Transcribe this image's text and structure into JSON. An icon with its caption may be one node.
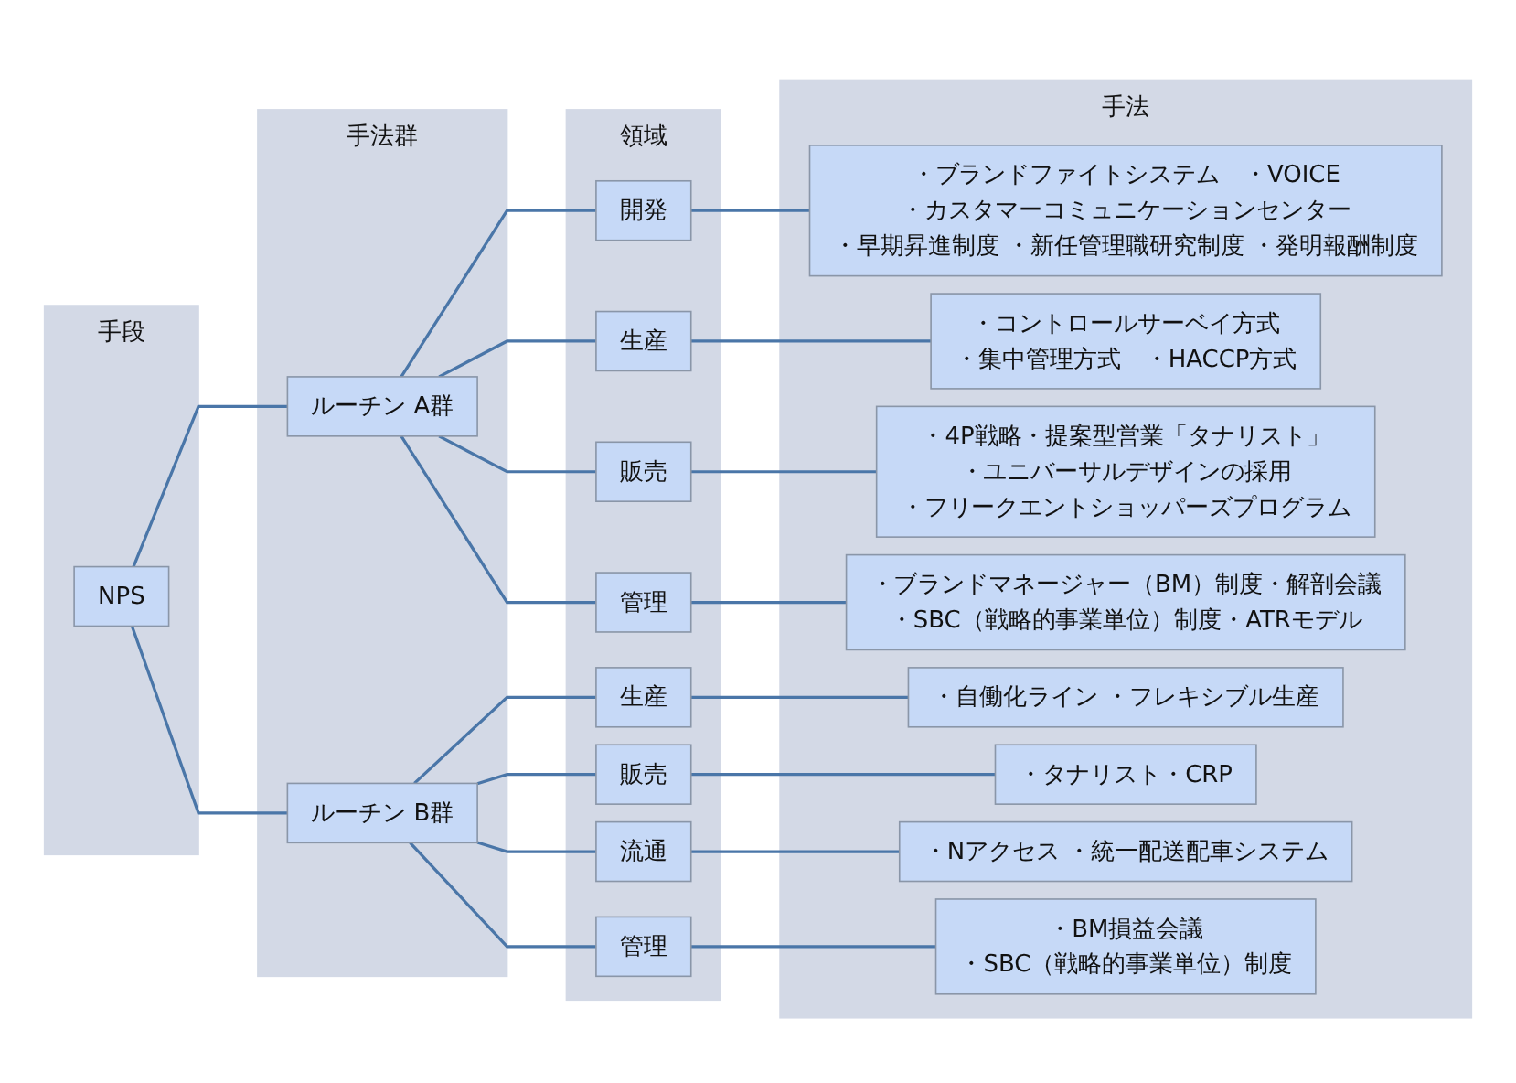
{
  "diagram": {
    "nodes": [
      {
        "text": [
          "手段"
        ]
      },
      {
        "text": [
          "NPS"
        ],
        "in": 0
      },
      {
        "text": [
          "手法群"
        ]
      },
      {
        "text": [
          "ルーチン A群"
        ],
        "in": 2
      },
      {
        "text": [
          "ルーチン B群"
        ],
        "in": 2
      },
      {
        "text": [
          "領域"
        ]
      },
      {
        "text": [
          "開発"
        ],
        "in": 5
      },
      {
        "text": [
          "生産"
        ],
        "in": 5
      },
      {
        "text": [
          "販売"
        ],
        "in": 5
      },
      {
        "text": [
          "管理"
        ],
        "in": 5
      },
      {
        "text": [
          "生産"
        ],
        "in": 5
      },
      {
        "text": [
          "販売"
        ],
        "in": 5
      },
      {
        "text": [
          "流通"
        ],
        "in": 5
      },
      {
        "text": [
          "管理"
        ],
        "in": 5
      },
      {
        "text": [
          "手法"
        ]
      },
      {
        "text": [
          "・ブランドファイトシステム　・VOICE",
          "・カスタマーコミュニケーションセンター",
          "・早期昇進制度 ・新任管理職研究制度 ・発明報酬制度"
        ],
        "in": 14
      },
      {
        "text": [
          "・コントロールサーベイ方式",
          "・集中管理方式　・HACCP方式"
        ],
        "in": 14
      },
      {
        "text": [
          "・4P戦略・提案型営業「タナリスト」",
          "・ユニバーサルデザインの採用",
          "・フリークエントショッパーズプログラム"
        ],
        "in": 14
      },
      {
        "text": [
          "・ブランドマネージャー（BM）制度・解剖会議",
          "・SBC（戦略的事業単位）制度・ATRモデル"
        ],
        "in": 14
      },
      {
        "text": [
          "・自働化ライン ・フレキシブル生産"
        ],
        "in": 14
      },
      {
        "text": [
          "・タナリスト・CRP"
        ],
        "in": 14
      },
      {
        "text": [
          "・Nアクセス ・統一配送配車システム"
        ],
        "in": 14
      },
      {
        "text": [
          "・BM損益会議",
          "・SBC（戦略的事業単位）制度"
        ],
        "in": 14
      }
    ],
    "edges": [
      {
        "from": 1,
        "to": 3,
        "arrow": "none"
      },
      {
        "from": 1,
        "to": 4,
        "arrow": "none"
      },
      {
        "from": 3,
        "to": 6,
        "arrow": "none"
      },
      {
        "from": 3,
        "to": 7,
        "arrow": "none"
      },
      {
        "from": 3,
        "to": 8,
        "arrow": "none"
      },
      {
        "from": 3,
        "to": 9,
        "arrow": "none"
      },
      {
        "from": 4,
        "to": 10,
        "arrow": "none"
      },
      {
        "from": 4,
        "to": 11,
        "arrow": "none"
      },
      {
        "from": 4,
        "to": 12,
        "arrow": "none"
      },
      {
        "from": 4,
        "to": 13,
        "arrow": "none"
      },
      {
        "from": 6,
        "to": 15,
        "arrow": "none"
      },
      {
        "from": 7,
        "to": 16,
        "arrow": "none"
      },
      {
        "from": 8,
        "to": 17,
        "arrow": "none"
      },
      {
        "from": 9,
        "to": 18,
        "arrow": "none"
      },
      {
        "from": 10,
        "to": 19,
        "arrow": "none"
      },
      {
        "from": 11,
        "to": 20,
        "arrow": "none"
      },
      {
        "from": 12,
        "to": 21,
        "arrow": "none"
      },
      {
        "from": 13,
        "to": 22,
        "arrow": "none"
      }
    ]
  }
}
